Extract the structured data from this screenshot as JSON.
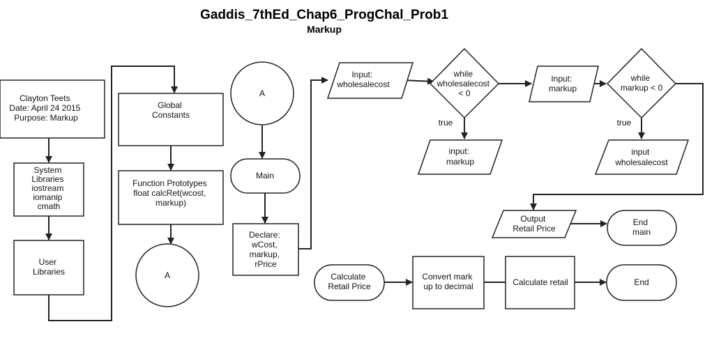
{
  "header": {
    "title": "Gaddis_7thEd_Chap6_ProgChal_Prob1",
    "subtitle": "Markup"
  },
  "nodes": {
    "header_info": [
      "Clayton Teets",
      "Date: April 24 2015",
      "Purpose: Markup"
    ],
    "system_libraries": [
      "System",
      "Libraries",
      "iostream",
      "iomanip",
      "cmath"
    ],
    "user_libraries": [
      "User",
      "Libraries"
    ],
    "global_constants": [
      "Global",
      "Constants"
    ],
    "function_prototypes": [
      "Function Prototypes",
      "float calcRet(wcost,",
      "markup)"
    ],
    "connector_left": [
      "A"
    ],
    "connector_top": [
      "A"
    ],
    "main_start": [
      "Main"
    ],
    "declare": [
      "Declare:",
      "wCost,",
      "markup,",
      "rPrice"
    ],
    "input_wholesalecost": [
      "Input:",
      "wholesalecost"
    ],
    "while_wholesalecost": [
      "while",
      "wholesalecost",
      "< 0"
    ],
    "reinput_markup": [
      "input:",
      "markup"
    ],
    "input_markup": [
      "Input:",
      "markup"
    ],
    "while_markup": [
      "while",
      "markup < 0"
    ],
    "reinput_wholesalecost": [
      "input",
      "wholesalecost"
    ],
    "output_retail": [
      "Output",
      "Retail Price"
    ],
    "end_main": [
      "End",
      "main"
    ],
    "calc_start": [
      "Calculate",
      "Retail Price"
    ],
    "convert_markup": [
      "Convert mark",
      "up to decimal"
    ],
    "calculate_retail": [
      "Calculate retail"
    ],
    "end_calc": [
      "End"
    ]
  },
  "edge_labels": {
    "true_wholesalecost": "true",
    "true_markup": "true"
  }
}
